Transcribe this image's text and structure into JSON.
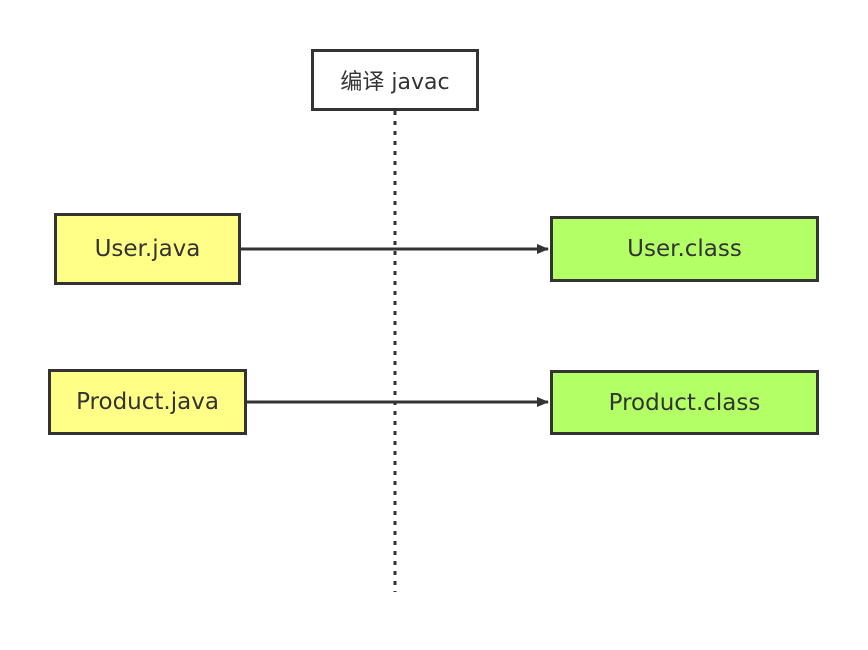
{
  "compile_step": {
    "label": "编译 javac"
  },
  "sources": [
    {
      "label": "User.java"
    },
    {
      "label": "Product.java"
    }
  ],
  "outputs": [
    {
      "label": "User.class"
    },
    {
      "label": "Product.class"
    }
  ],
  "colors": {
    "source_fill": "#ffff88",
    "output_fill": "#b3ff66",
    "stroke": "#333333",
    "background": "#ffffff"
  }
}
